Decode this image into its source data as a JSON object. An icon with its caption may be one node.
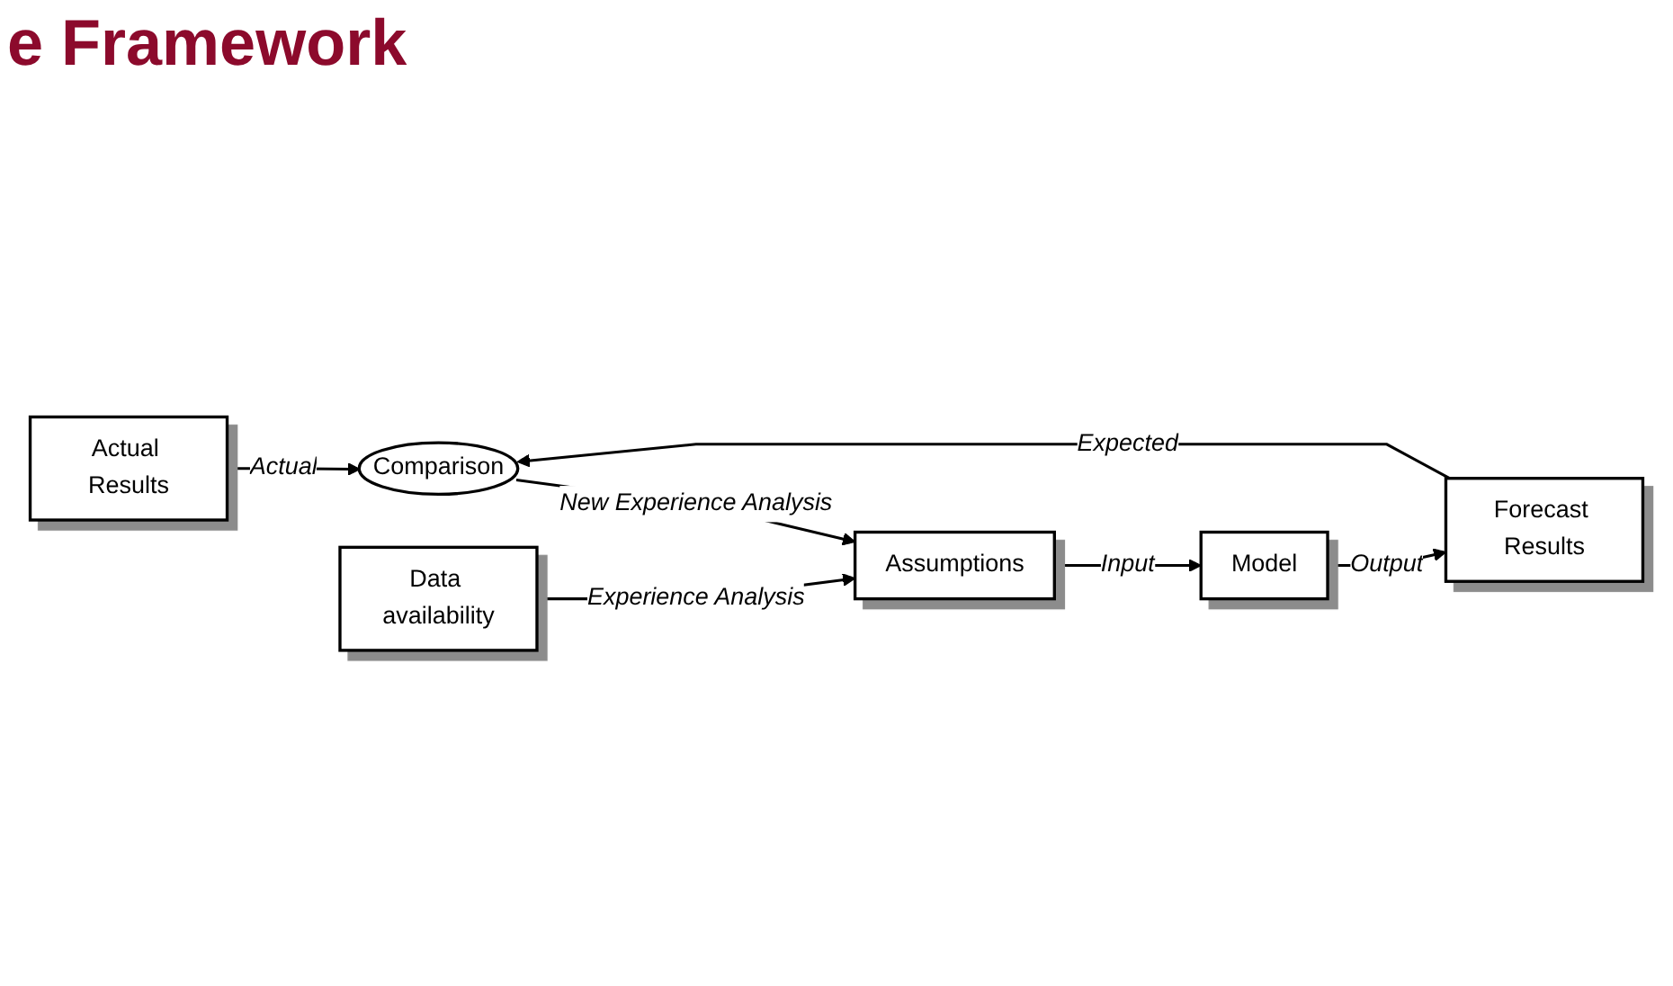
{
  "diagram": {
    "title": "e Framework",
    "nodes": [
      {
        "text": [
          "Actual Results"
        ]
      },
      {
        "text": [
          "Comparison"
        ]
      },
      {
        "text": [
          "Assumptions"
        ]
      },
      {
        "text": [
          "Model"
        ]
      },
      {
        "text": [
          "Forecast Results"
        ]
      },
      {
        "text": [
          "Data availability"
        ]
      }
    ],
    "edges": [
      {
        "from": 0,
        "to": 1,
        "arrow": "to",
        "label": "Actual"
      },
      {
        "from": 4,
        "to": 1,
        "arrow": "to",
        "label": "Expected"
      },
      {
        "from": 1,
        "to": 2,
        "arrow": "to",
        "label": "New Experience Analysis"
      },
      {
        "from": 2,
        "to": 3,
        "arrow": "to",
        "label": "Input"
      },
      {
        "from": 3,
        "to": 4,
        "arrow": "to",
        "label": "Output"
      },
      {
        "from": 5,
        "to": 2,
        "arrow": "to",
        "label": "Experience Analysis"
      }
    ]
  }
}
